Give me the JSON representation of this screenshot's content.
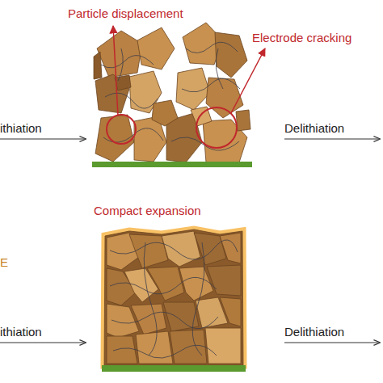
{
  "diagram": {
    "labels": [
      "Particle displacement",
      "Electrode cracking",
      "ithiation",
      "Delithiation",
      "Compact expansion",
      "E",
      "ithiation",
      "Delithiation"
    ]
  }
}
